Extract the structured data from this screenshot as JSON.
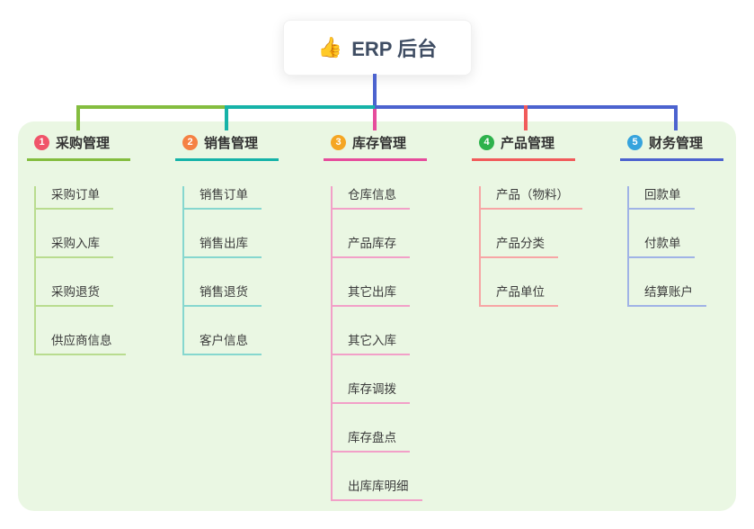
{
  "root": {
    "icon": "thumbs-up-icon",
    "icon_char": "👍",
    "label": "ERP 后台"
  },
  "colors": {
    "panel_background": "#eaf7e3",
    "root_connector": "#4c63cf"
  },
  "branches": [
    {
      "num": "1",
      "label": "采购管理",
      "badge_color": "#f0546a",
      "line_color": "#84bd3f",
      "line_light_color": "#b9dc8f",
      "items": [
        "采购订单",
        "采购入库",
        "采购退货",
        "供应商信息"
      ]
    },
    {
      "num": "2",
      "label": "销售管理",
      "badge_color": "#f58143",
      "line_color": "#16b3a8",
      "line_light_color": "#86d7cf",
      "items": [
        "销售订单",
        "销售出库",
        "销售退货",
        "客户信息"
      ]
    },
    {
      "num": "3",
      "label": "库存管理",
      "badge_color": "#f5a623",
      "line_color": "#e64c9c",
      "line_light_color": "#f2a0c8",
      "items": [
        "仓库信息",
        "产品库存",
        "其它出库",
        "其它入库",
        "库存调拨",
        "库存盘点",
        "出库库明细"
      ]
    },
    {
      "num": "4",
      "label": "产品管理",
      "badge_color": "#2eb24c",
      "line_color": "#f15b5b",
      "line_light_color": "#f7a5a5",
      "items": [
        "产品（物料）",
        "产品分类",
        "产品单位"
      ]
    },
    {
      "num": "5",
      "label": "财务管理",
      "badge_color": "#36a3dd",
      "line_color": "#4c63cf",
      "line_light_color": "#a0b3e6",
      "items": [
        "回款单",
        "付款单",
        "结算账户"
      ]
    }
  ]
}
